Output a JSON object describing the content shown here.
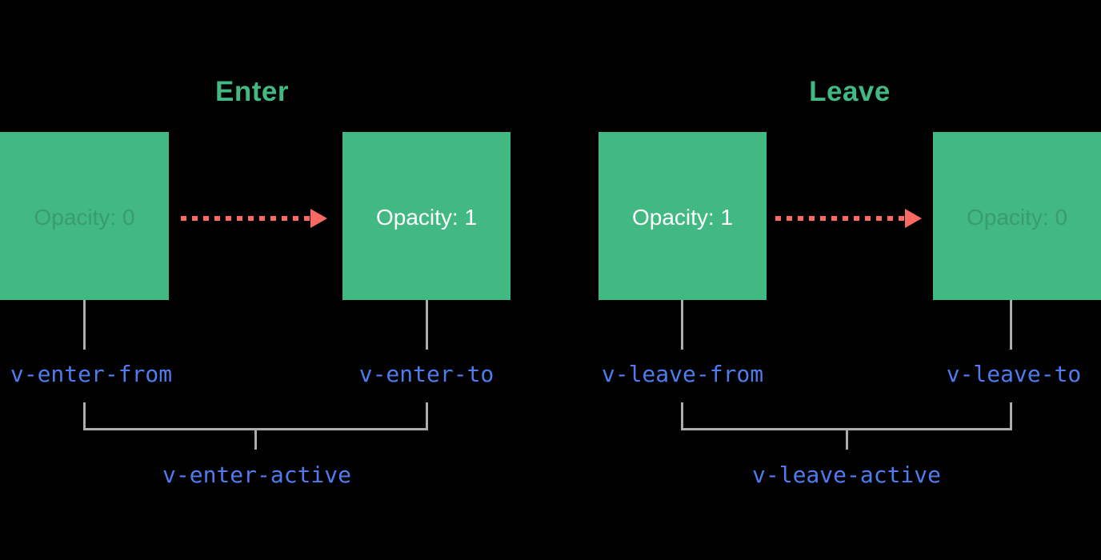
{
  "palette": {
    "background": "#000000",
    "box_green": "#42b883",
    "title_green": "#42b883",
    "arrow_red": "#fa6a62",
    "connector_gray": "#acacac",
    "class_label_blue": "#4e7cf0",
    "box_text_white": "#ffffff"
  },
  "groups": [
    {
      "title": "Enter",
      "from_box_label": "Opacity: 0",
      "to_box_label": "Opacity: 1",
      "from_class": "v-enter-from",
      "to_class": "v-enter-to",
      "active_class": "v-enter-active"
    },
    {
      "title": "Leave",
      "from_box_label": "Opacity: 1",
      "to_box_label": "Opacity: 0",
      "from_class": "v-leave-from",
      "to_class": "v-leave-to",
      "active_class": "v-leave-active"
    }
  ]
}
